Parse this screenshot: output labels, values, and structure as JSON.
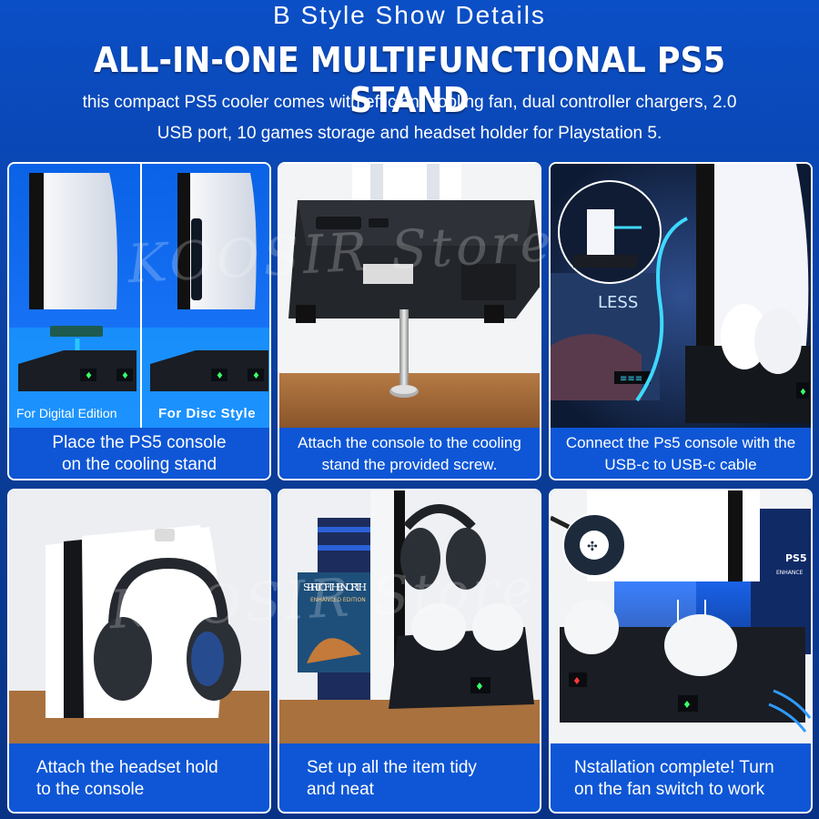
{
  "header": {
    "kicker": "B Style Show Details",
    "title": "ALL-IN-ONE MULTIFUNCTIONAL PS5 STAND",
    "description_line1": "this compact PS5 cooler comes with efficient cooling fan, dual controller chargers, 2.0",
    "description_line2": "USB port, 10 games storage and headset holder for Playstation 5."
  },
  "panels": [
    {
      "caption_line1": "Place the PS5 console",
      "caption_line2": "on the cooling stand",
      "labels": [
        "For Digital Edition",
        "For Disc Style"
      ]
    },
    {
      "caption_line1": "Attach the console to the cooling",
      "caption_line2": "stand the provided screw."
    },
    {
      "caption_line1": "Connect the Ps5 console with the",
      "caption_line2": "USB-c to USB-c cable",
      "game_text": "LESS"
    },
    {
      "caption_line1": "Attach the headset hold",
      "caption_line2": "to the console"
    },
    {
      "caption_line1": "Set up all the item tidy",
      "caption_line2": "and neat",
      "game_title": "SPIRIT OF THE NORTH",
      "game_subtitle": "ENHANCED EDITION"
    },
    {
      "caption_line1": "Nstallation complete! Turn",
      "caption_line2": "on the fan switch to work",
      "game_badge": "PS5",
      "game_badge_sub": "ENHANCE"
    }
  ],
  "watermark": "KOOSIR Store",
  "colors": {
    "background": "#0b3e9c",
    "caption_bar": "#0e56d6",
    "led_green": "#39ff6a",
    "led_red": "#ff3838",
    "usb_glow": "#3fd9ff",
    "fan_glow": "#2f9bff"
  }
}
